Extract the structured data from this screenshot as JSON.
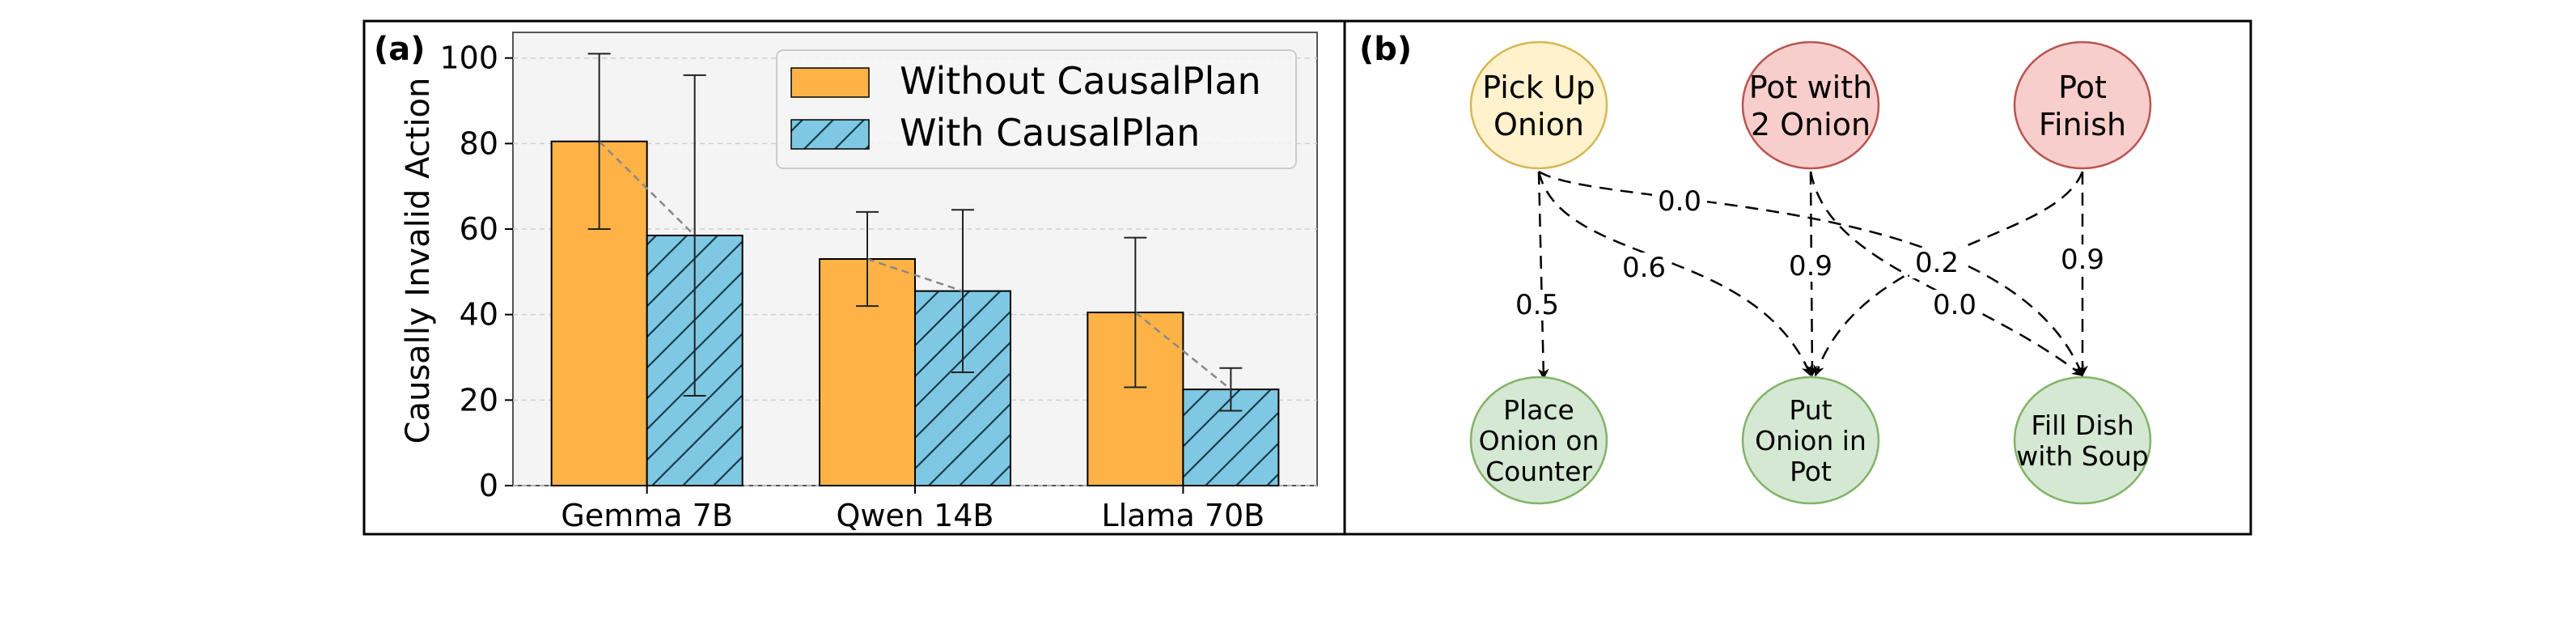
{
  "chart_data": {
    "type": "bar",
    "panel_label": "(a)",
    "ylabel": "Causally Invalid Action",
    "ylim": [
      0,
      106
    ],
    "yticks": [
      "0",
      "20",
      "40",
      "60",
      "80",
      "100"
    ],
    "categories": [
      "Gemma 7B",
      "Qwen 14B",
      "Llama 70B"
    ],
    "series": [
      {
        "name": "Without CausalPlan",
        "values": [
          80.5,
          53,
          40.5
        ],
        "err": [
          20.5,
          11,
          17.5
        ],
        "color": "#ffb347"
      },
      {
        "name": "With CausalPlan",
        "values": [
          58.5,
          45.5,
          22.5
        ],
        "err": [
          37.5,
          19,
          5
        ],
        "color": "#7ec8e3"
      }
    ],
    "grid": true,
    "legend": "top-right"
  },
  "diagram": {
    "panel_label": "(b)",
    "nodes": [
      {
        "id": "pick_up_onion",
        "lines": [
          "Pick Up",
          "Onion"
        ],
        "fill": "#fff2cc",
        "stroke": "#d6b656"
      },
      {
        "id": "pot_with_2_onion",
        "lines": [
          "Pot with",
          "2 Onion"
        ],
        "fill": "#f8cecc",
        "stroke": "#b85450"
      },
      {
        "id": "pot_finish",
        "lines": [
          "Pot",
          "Finish"
        ],
        "fill": "#f8cecc",
        "stroke": "#b85450"
      },
      {
        "id": "place_onion",
        "lines": [
          "Place",
          "Onion on",
          "Counter"
        ],
        "fill": "#d5e8d4",
        "stroke": "#82b366"
      },
      {
        "id": "put_onion",
        "lines": [
          "Put",
          "Onion in",
          "Pot"
        ],
        "fill": "#d5e8d4",
        "stroke": "#82b366"
      },
      {
        "id": "fill_dish",
        "lines": [
          "Fill Dish",
          "with Soup"
        ],
        "fill": "#d5e8d4",
        "stroke": "#82b366"
      }
    ],
    "edges": [
      {
        "from": "pick_up_onion",
        "to": "place_onion",
        "weight": "0.5"
      },
      {
        "from": "pick_up_onion",
        "to": "put_onion",
        "weight": "0.6"
      },
      {
        "from": "pick_up_onion",
        "to": "fill_dish",
        "weight": "0.0"
      },
      {
        "from": "pot_with_2_onion",
        "to": "put_onion",
        "weight": "0.9"
      },
      {
        "from": "pot_with_2_onion",
        "to": "fill_dish",
        "weight": "0.0"
      },
      {
        "from": "pot_finish",
        "to": "put_onion",
        "weight": "0.2"
      },
      {
        "from": "pot_finish",
        "to": "fill_dish",
        "weight": "0.9"
      }
    ]
  }
}
